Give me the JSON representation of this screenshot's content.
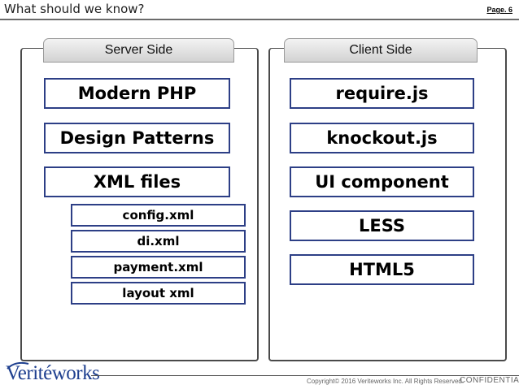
{
  "header": {
    "title": "What should we know?",
    "page": "Page. 6"
  },
  "server": {
    "heading": "Server Side",
    "items": [
      "Modern PHP",
      "Design Patterns",
      "XML files"
    ],
    "xml_files": [
      "config.xml",
      "di.xml",
      "payment.xml",
      "layout xml"
    ]
  },
  "client": {
    "heading": "Client Side",
    "items": [
      "require.js",
      "knockout.js",
      "UI component",
      "LESS",
      "HTML5"
    ]
  },
  "footer": {
    "logo": "Veritéworks",
    "copyright": "Copyright© 2016 Veriteworks Inc. All Rights Reserved.",
    "confidential": "CONFIDENTIAL"
  },
  "colors": {
    "box_border": "#2d3f86",
    "logo": "#1e3f8f"
  }
}
